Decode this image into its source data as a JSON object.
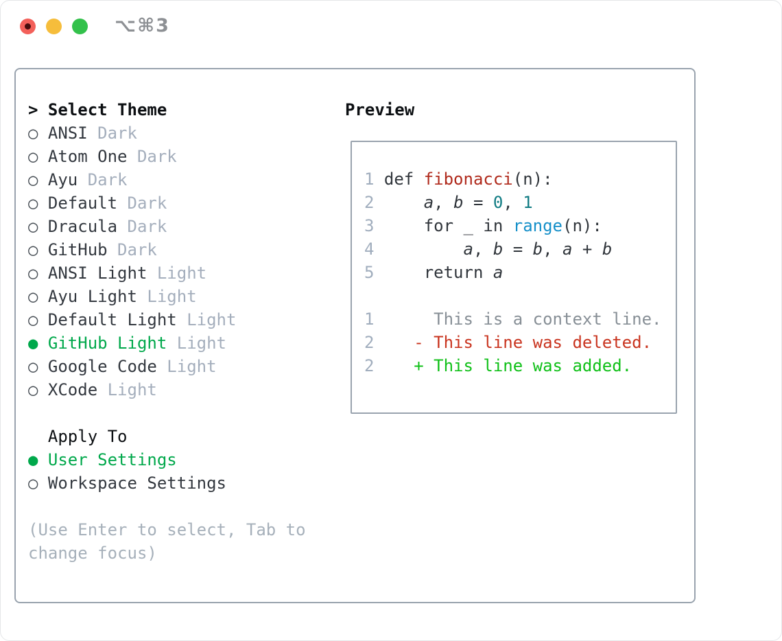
{
  "window": {
    "title": "⌥⌘3",
    "traffic_lights": [
      {
        "name": "close",
        "color": "#f3605a",
        "has_inner_dot": true
      },
      {
        "name": "minimize",
        "color": "#f6bd3b"
      },
      {
        "name": "zoom",
        "color": "#33c14b"
      }
    ]
  },
  "theme_picker": {
    "prompt": "> ",
    "title": "Select Theme",
    "bullet_unselected": "○",
    "bullet_selected": "●",
    "themes": [
      {
        "name": "ANSI",
        "variant": "Dark",
        "selected": false
      },
      {
        "name": "Atom One",
        "variant": "Dark",
        "selected": false
      },
      {
        "name": "Ayu",
        "variant": "Dark",
        "selected": false
      },
      {
        "name": "Default",
        "variant": "Dark",
        "selected": false
      },
      {
        "name": "Dracula",
        "variant": "Dark",
        "selected": false
      },
      {
        "name": "GitHub",
        "variant": "Dark",
        "selected": false
      },
      {
        "name": "ANSI Light",
        "variant": "Light",
        "selected": false
      },
      {
        "name": "Ayu Light",
        "variant": "Light",
        "selected": false
      },
      {
        "name": "Default Light",
        "variant": "Light",
        "selected": false
      },
      {
        "name": "GitHub Light",
        "variant": "Light",
        "selected": true
      },
      {
        "name": "Google Code",
        "variant": "Light",
        "selected": false
      },
      {
        "name": "XCode",
        "variant": "Light",
        "selected": false
      }
    ],
    "apply_to": {
      "title": "Apply To",
      "options": [
        {
          "name": "User Settings",
          "selected": true
        },
        {
          "name": "Workspace Settings",
          "selected": false
        }
      ]
    },
    "hint_lines": [
      "(Use Enter to select, Tab to",
      "change focus)"
    ]
  },
  "preview": {
    "title": "Preview",
    "code_lines": [
      [
        {
          "c": "ln",
          "t": "1"
        },
        {
          "c": "code",
          "t": " def "
        },
        {
          "c": "fn",
          "t": "fibonacci"
        },
        {
          "c": "code",
          "t": "(n):"
        }
      ],
      [
        {
          "c": "ln",
          "t": "2"
        },
        {
          "c": "code",
          "t": "     "
        },
        {
          "c": "var",
          "t": "a"
        },
        {
          "c": "code",
          "t": ", "
        },
        {
          "c": "var",
          "t": "b"
        },
        {
          "c": "code",
          "t": " = "
        },
        {
          "c": "num",
          "t": "0"
        },
        {
          "c": "code",
          "t": ", "
        },
        {
          "c": "num",
          "t": "1"
        }
      ],
      [
        {
          "c": "ln",
          "t": "3"
        },
        {
          "c": "code",
          "t": "     for _ in "
        },
        {
          "c": "builtin",
          "t": "range"
        },
        {
          "c": "code",
          "t": "(n):"
        }
      ],
      [
        {
          "c": "ln",
          "t": "4"
        },
        {
          "c": "code",
          "t": "         "
        },
        {
          "c": "var",
          "t": "a"
        },
        {
          "c": "code",
          "t": ", "
        },
        {
          "c": "var",
          "t": "b"
        },
        {
          "c": "code",
          "t": " = "
        },
        {
          "c": "var",
          "t": "b"
        },
        {
          "c": "code",
          "t": ", "
        },
        {
          "c": "var",
          "t": "a"
        },
        {
          "c": "code",
          "t": " + "
        },
        {
          "c": "var",
          "t": "b"
        }
      ],
      [
        {
          "c": "ln",
          "t": "5"
        },
        {
          "c": "code",
          "t": "     return "
        },
        {
          "c": "var",
          "t": "a"
        }
      ],
      [],
      [
        {
          "c": "ln",
          "t": "1"
        },
        {
          "c": "ctx",
          "t": "      This is a context line."
        }
      ],
      [
        {
          "c": "ln",
          "t": "2"
        },
        {
          "c": "del",
          "t": "    - This line was deleted."
        }
      ],
      [
        {
          "c": "ln",
          "t": "2"
        },
        {
          "c": "add",
          "t": "    + This line was added."
        }
      ]
    ]
  },
  "colors": {
    "accent_green": "#00a84b",
    "added_green": "#10c018",
    "deleted_red": "#c9341f",
    "function_red": "#b02a1c",
    "number_teal": "#0f7b82",
    "builtin_blue": "#1690c9",
    "border_gray": "#99a3ae",
    "variant_gray": "#a4aebc",
    "hint_gray": "#a6b0ba"
  }
}
